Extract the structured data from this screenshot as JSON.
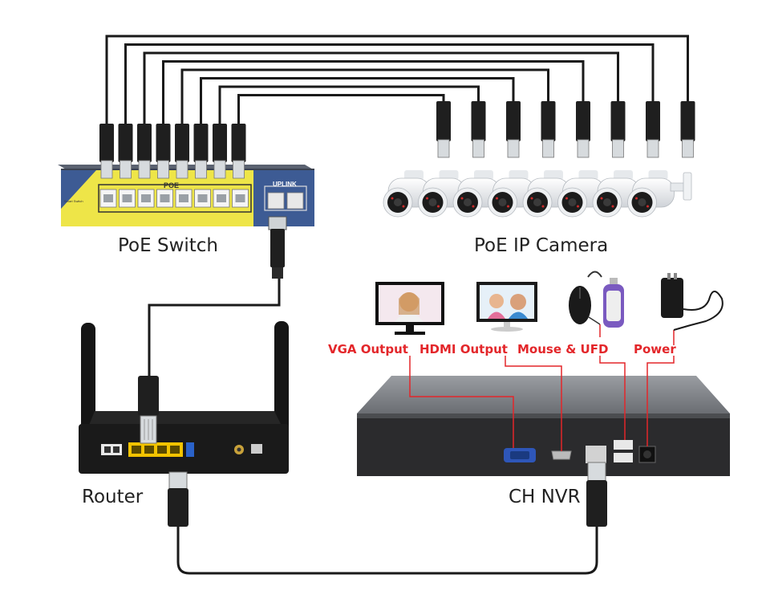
{
  "labels": {
    "poe_switch": "PoE Switch",
    "poe_ip_camera": "PoE IP Camera",
    "router": "Router",
    "nvr": "CH NVR",
    "vga_output": "VGA Output",
    "hdmi_output": "HDMI Output",
    "mouse_ufd": "Mouse & UFD",
    "power": "Power"
  },
  "switch": {
    "poe_label": "POE",
    "uplink_label": "UPLINK",
    "port_count": 8,
    "uplink_count": 2
  },
  "cameras": {
    "count": 8
  },
  "colors": {
    "cable": "#1a1a1a",
    "red_label": "#e3262a",
    "switch_face": "#eee548",
    "switch_blue": "#3d5b94",
    "router_port_yellow": "#f2c300",
    "router_port_blue": "#2a62c9"
  }
}
